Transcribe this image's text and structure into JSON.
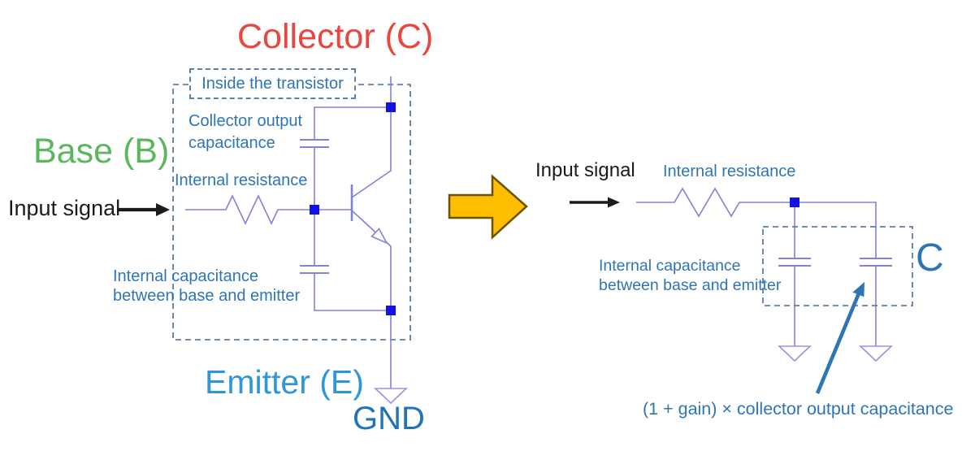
{
  "diagram": {
    "left": {
      "collector_title": "Collector (C)",
      "base_title": "Base (B)",
      "emitter_title": "Emitter (E)",
      "gnd_label": "GND",
      "input_signal": "Input signal",
      "inside_transistor": "Inside the transistor",
      "collector_output_capacitance": "Collector output capacitance",
      "internal_resistance": "Internal resistance",
      "internal_capacitance": "Internal capacitance between base and emitter"
    },
    "right": {
      "input_signal": "Input signal",
      "internal_resistance": "Internal resistance",
      "internal_capacitance": "Internal capacitance between base and emitter",
      "c_label": "C",
      "miller_formula": "(1 + gain) × collector output capacitance"
    },
    "colors": {
      "collector_red": "#E8473F",
      "base_green": "#5BB75B",
      "emitter_blue": "#3096D8",
      "gnd_blue": "#2272B8",
      "label_blue": "#2E75B6",
      "wire_purple": "#8282D8",
      "ground_purple": "#9A93DE",
      "node_blue": "#1414E0",
      "dashed_box_gray": "#5E7E9E",
      "transform_arrow_fill": "#FFBF00",
      "transform_arrow_outline": "#6B5200",
      "input_arrow_black": "#1b1b1b"
    }
  }
}
